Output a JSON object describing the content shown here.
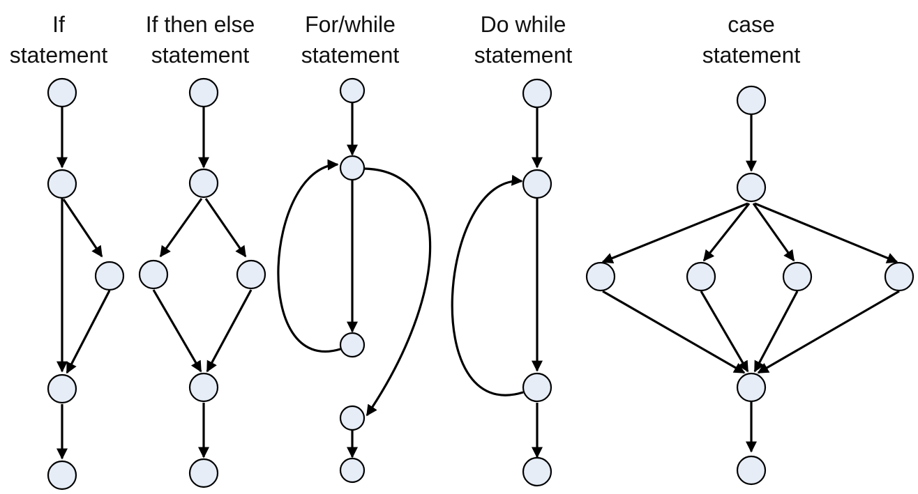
{
  "colors": {
    "node_fill": "#e6edf7",
    "node_stroke": "#000000",
    "edge": "#000000",
    "text": "#111111"
  },
  "graphs": [
    {
      "id": "if",
      "title_line1": "If",
      "title_line2": "statement"
    },
    {
      "id": "ifelse",
      "title_line1": "If then else",
      "title_line2": "statement"
    },
    {
      "id": "forwhile",
      "title_line1": "For/while",
      "title_line2": "statement"
    },
    {
      "id": "dowhile",
      "title_line1": "Do while",
      "title_line2": "statement"
    },
    {
      "id": "case",
      "title_line1": "case",
      "title_line2": "statement"
    }
  ]
}
